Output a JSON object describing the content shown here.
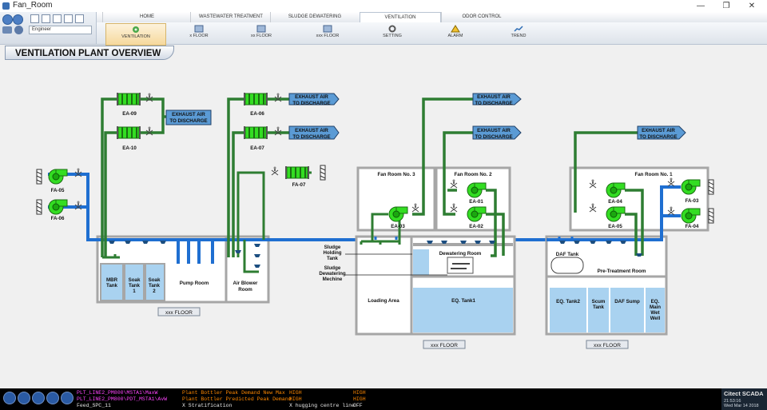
{
  "window": {
    "title": "Fan_Room",
    "minimize_glyph": "—",
    "maximize_glyph": "❐",
    "close_glyph": "✕"
  },
  "user_select": {
    "value": "Engineer"
  },
  "menu_tabs": [
    {
      "label": "HOME"
    },
    {
      "label": "WASTEWATER TREATMENT"
    },
    {
      "label": "SLUDGE DEWATERING"
    },
    {
      "label": "VENTILATION"
    },
    {
      "label": "ODOR CONTROL"
    }
  ],
  "submenu": [
    {
      "label": "VENTILATION",
      "icon": "ventilation-icon"
    },
    {
      "label": "x FLOOR",
      "icon": "floor-icon"
    },
    {
      "label": "xx FLOOR",
      "icon": "floor-icon"
    },
    {
      "label": "xxx FLOOR",
      "icon": "floor-icon"
    },
    {
      "label": "SETTING",
      "icon": "setting-icon"
    },
    {
      "label": "ALARM",
      "icon": "alarm-icon"
    },
    {
      "label": "TREND",
      "icon": "trend-icon"
    }
  ],
  "page_title": "VENTILATION PLANT OVERVIEW",
  "fans": {
    "ea09": "EA-09",
    "ea10": "EA-10",
    "ea06": "EA-06",
    "ea07": "EA-07",
    "fa07": "FA-07",
    "fa05": "FA-05",
    "fa06": "FA-06",
    "ea03": "EA-03",
    "ea01": "EA-01",
    "ea02": "EA-02",
    "ea04": "EA-04",
    "ea05": "EA-05",
    "fa03": "FA-03",
    "fa04": "FA-04"
  },
  "exhaust": {
    "line1": "EXHAUST AIR",
    "line2": "TO DISCHARGE"
  },
  "rooms": {
    "mbr_tank": [
      "MBR",
      "Tank"
    ],
    "soak_tank1": [
      "Soak",
      "Tank",
      "1"
    ],
    "soak_tank2": [
      "Soak",
      "Tank",
      "2"
    ],
    "pump_room": "Pump Room",
    "air_blower_room": [
      "Air Blower",
      "Room"
    ],
    "fan_room_3": "Fan Room No. 3",
    "fan_room_2": "Fan Room No. 2",
    "fan_room_1": "Fan Room No. 1",
    "sludge_holding_tank": [
      "Sludge",
      "Holding",
      "Tank"
    ],
    "sludge_dewatering_machine": [
      "Sludge",
      "Dewatering",
      "Mechine"
    ],
    "dewatering_room": "Dewatering Room",
    "loading_area": "Loading Area",
    "eq_tank1": "EQ. Tank1",
    "daf_tank": "DAF Tank",
    "pre_treatment_room": "Pre-Treatment Room",
    "eq_tank2": "EQ. Tank2",
    "scum_tank": [
      "Scum",
      "Tank"
    ],
    "daf_sump": "DAF Sump",
    "eq_main_wet_well": [
      "EQ.",
      "Main",
      "Wet",
      "Well"
    ]
  },
  "floor_buttons": [
    "xxx FLOOR",
    "xxx FLOOR",
    "xxx FLOOR"
  ],
  "alarms": [
    {
      "tag": "PLT_LINE2_PM800\\MSTA1\\MaxW",
      "desc": "Plant Bottler Peak Demand New Max",
      "level": "HIGH",
      "state": "HIGH"
    },
    {
      "tag": "PLT_LINE2_PM800\\PDT_MSTA1\\AvW",
      "desc": "Plant Bottler Predicted Peak Demand",
      "level": "HIGH",
      "state": "HIGH"
    },
    {
      "tag": "Feed_SPC_11",
      "desc": "X Stratification",
      "level": "X hugging centre line",
      "state": "OFF"
    }
  ],
  "brand": {
    "name": "Citect SCADA",
    "time": "21:53:16",
    "date": "Wed Mar 14 2018"
  },
  "colors": {
    "duct_green": "#2e7d32",
    "duct_blue": "#1f6fd1",
    "fan_green": "#33dd22",
    "exhaust_blue": "#5b9bd5",
    "water": "#a9d2f0",
    "wall": "#a6a6a6"
  }
}
